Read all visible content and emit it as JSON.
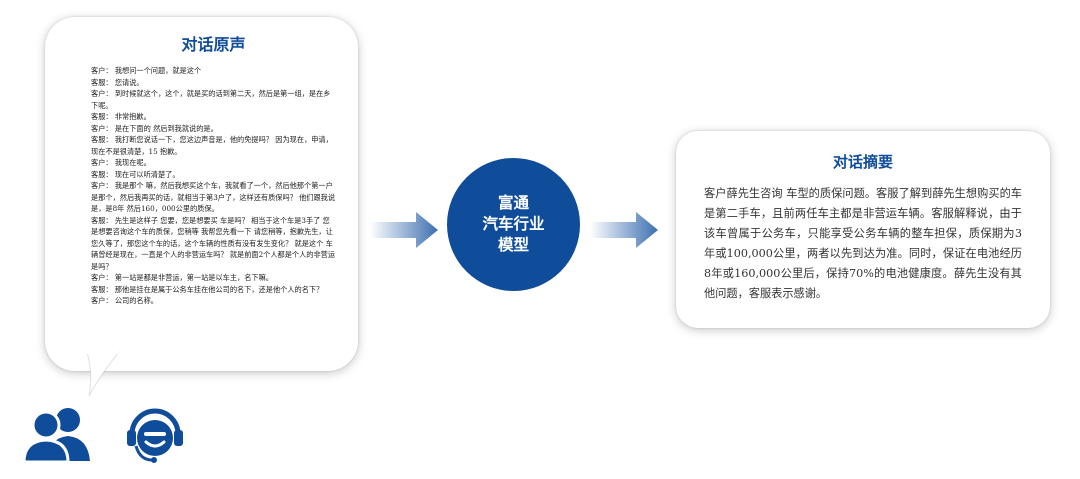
{
  "left_panel": {
    "title": "对话原声",
    "lines": [
      "客户： 我想问一个问题，就是这个",
      "客服： 您请说。",
      "客户： 到时候就这个，这个，就是买的话到第二天，然后是第一组，是在乡下呢。",
      "客服： 非常抱歉。",
      "客户： 是在下面的 然后到我就说的是。",
      "客服： 我打断您说话一下，您这边声音是，他的免提吗？ 因为现在，申请，现在不是很清楚，15 抱歉。",
      "客户： 我现在呢。",
      "客服： 现在可以听清楚了。",
      "客户： 我是那个        嘛，然后我想买这个车，我就看了一个，然后他那个第一户是那个，然后我再买的话，就相当于第3户了，这样还有质保吗？ 他们跟我说是，是8年 然后160，000公里的质保。",
      "客服： 先生是这样子 您要，您是想要买        车是吗？ 相当于这个车是3手了 您是想要咨询这个车的质保，您稍等 我帮您先看一下 请您稍等，抱歉先生，让您久等了，那您这个车的话，这个车辆的性质有没有发生变化？ 就是这个        车辆曾经是现在，一直是个人的非营运车吗？ 就是前面2个人都是个人的非营运是吗？",
      "客户： 第一站是都是非营运，第一站是以车主，名下嘛。",
      "客服： 那他是挂在是属于公务车挂在他公司的名下，还是他个人的名下？",
      "客户： 公司的名称。"
    ]
  },
  "center_node": {
    "label": "富通\n汽车行业\n模型"
  },
  "right_panel": {
    "title": "对话摘要",
    "text": "客户薛先生咨询        车型的质保问题。客服了解到薛先生想购买的车是第二手车，且前两任车主都是非营运车辆。客服解释说，由于该车曾属于公务车，只能享受公务车辆的整车担保，质保期为3年或100,000公里，两者以先到达为准。同时，保证在电池经历8年或160,000公里后，保持70%的电池健康度。薛先生没有其他问题，客服表示感谢。"
  },
  "colors": {
    "primary_blue": "#0f4c9a",
    "arrow_light": "#dce6f2",
    "arrow_dark": "#3d6fb0"
  },
  "icons": [
    "customer-group-icon",
    "agent-headset-icon"
  ]
}
